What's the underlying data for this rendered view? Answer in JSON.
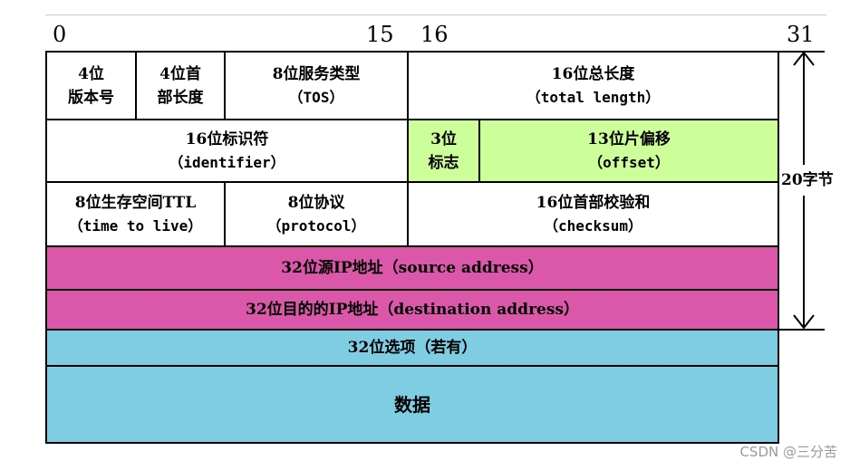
{
  "bit_labels": {
    "b0": "0",
    "b15": "15",
    "b16": "16",
    "b31": "31"
  },
  "rows": {
    "version": {
      "cn_line1": "4位",
      "cn_line2": "版本号"
    },
    "header_length": {
      "cn_line1": "4位首",
      "cn_line2": "部长度"
    },
    "tos": {
      "cn": "8位服务类型",
      "en": "（TOS）"
    },
    "total_length": {
      "cn": "16位总长度",
      "en": "（total length）"
    },
    "identifier": {
      "cn": "16位标识符",
      "en": "（identifier）"
    },
    "flags": {
      "cn_line1": "3位",
      "cn_line2": "标志"
    },
    "offset": {
      "cn": "13位片偏移",
      "en": "（offset）"
    },
    "ttl": {
      "cn": "8位生存空间TTL",
      "en": "（time to live）"
    },
    "protocol": {
      "cn": "8位协议",
      "en": "（protocol）"
    },
    "checksum": {
      "cn": "16位首部校验和",
      "en": "（checksum）"
    },
    "source": {
      "text": "32位源IP地址（source address）"
    },
    "destination": {
      "text": "32位目的的IP地址（destination address）"
    },
    "options": {
      "text": "32位选项（若有）"
    },
    "data": {
      "text": "数据"
    }
  },
  "side_label": "20字节",
  "watermark": "CSDN @三分苦",
  "colors": {
    "flags_fill": "#ccff99",
    "address_fill": "#da57a9",
    "options_fill": "#7fcde3"
  }
}
